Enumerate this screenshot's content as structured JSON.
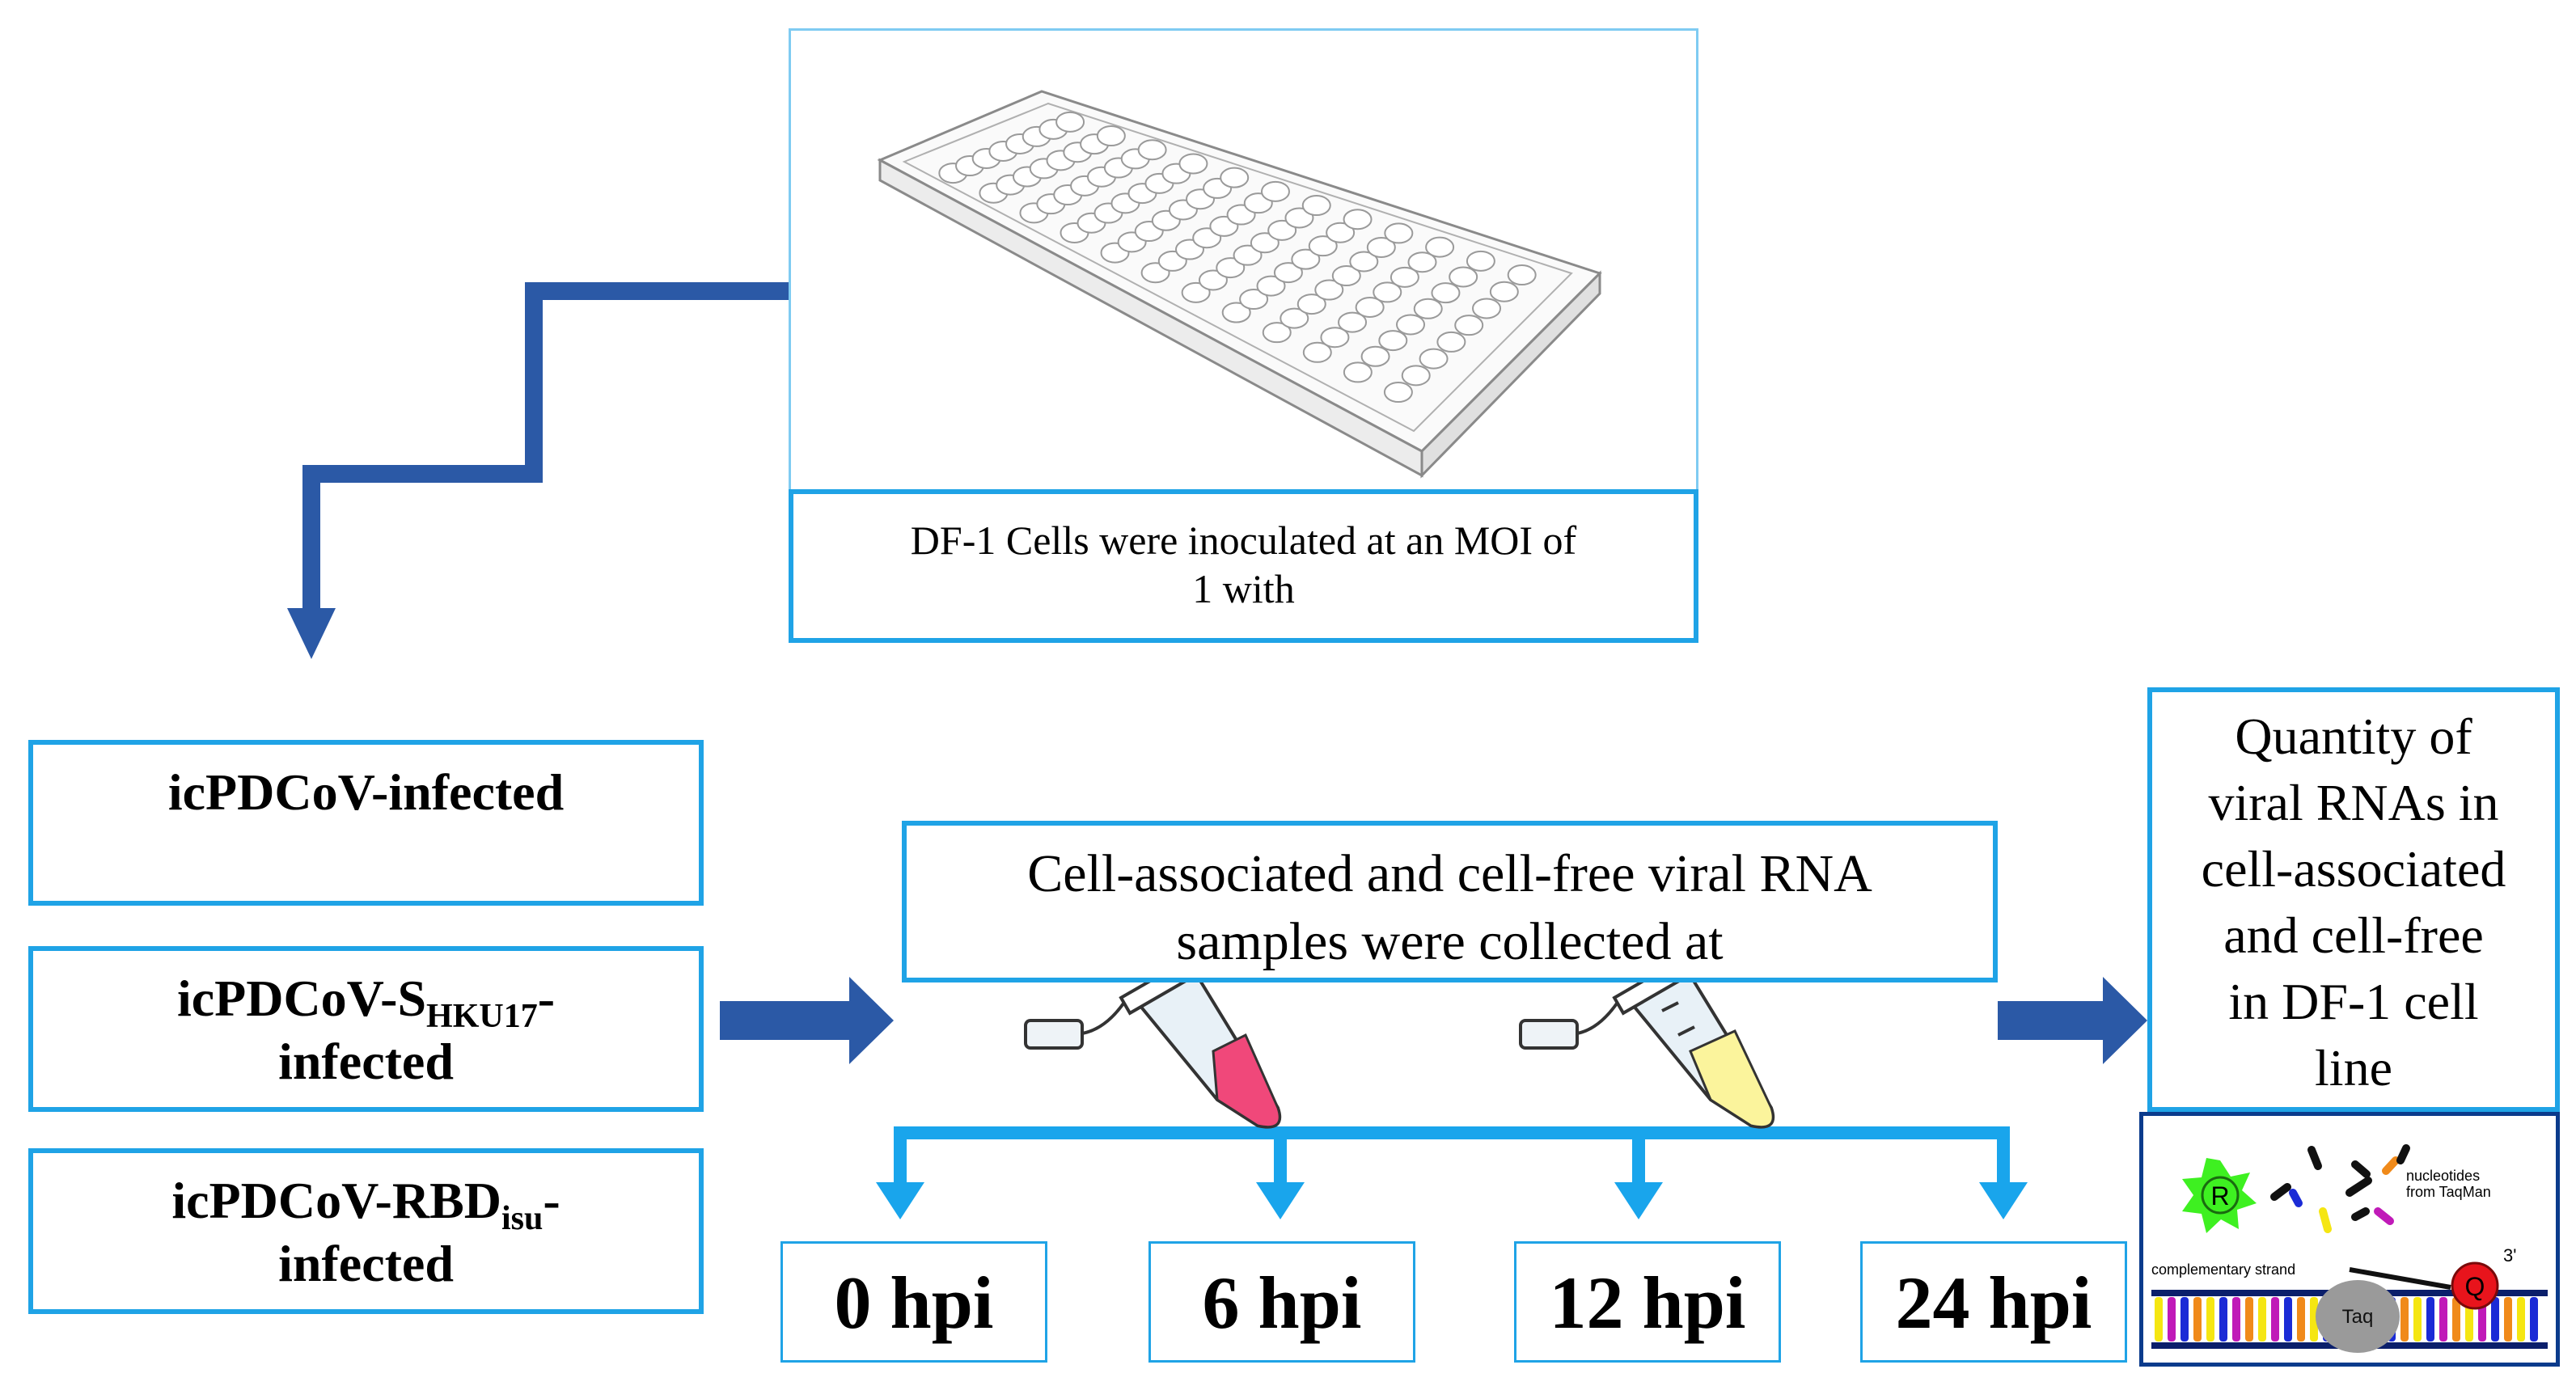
{
  "plate_box": {
    "caption_line1": "DF-1 Cells were inoculated at an MOI of",
    "caption_line2": "1 with"
  },
  "viruses": [
    {
      "base": "icPDCoV-infected",
      "sub": "",
      "tail": ""
    },
    {
      "base": "icPDCoV-S",
      "sub": "HKU17",
      "tail": "-",
      "line2": "infected"
    },
    {
      "base": "icPDCoV-RBD",
      "sub": "isu",
      "tail": "-",
      "line2": "infected"
    }
  ],
  "collect_box": {
    "line1": "Cell-associated and cell-free viral RNA",
    "line2": "samples were collected at"
  },
  "timepoints": [
    "0 hpi",
    "6 hpi",
    "12 hpi",
    "24 hpi"
  ],
  "result_box": {
    "lines": [
      "Quantity of",
      "viral RNAs in",
      "cell-associated",
      "and cell-free",
      "in DF-1 cell",
      "line"
    ]
  },
  "taqman": {
    "reporter": "R",
    "quencher": "Q",
    "quencher_end": "3'",
    "nucleotides_label_1": "nucleotides",
    "nucleotides_label_2": "from TaqMan",
    "strand_label": "complementary strand",
    "enzyme": "Taq"
  },
  "colors": {
    "box_border": "#1fa3e6",
    "dark_arrow": "#2b59a6",
    "light_arrow": "#19a5ec",
    "reporter": "#3ef021",
    "quencher": "#e8141c"
  }
}
